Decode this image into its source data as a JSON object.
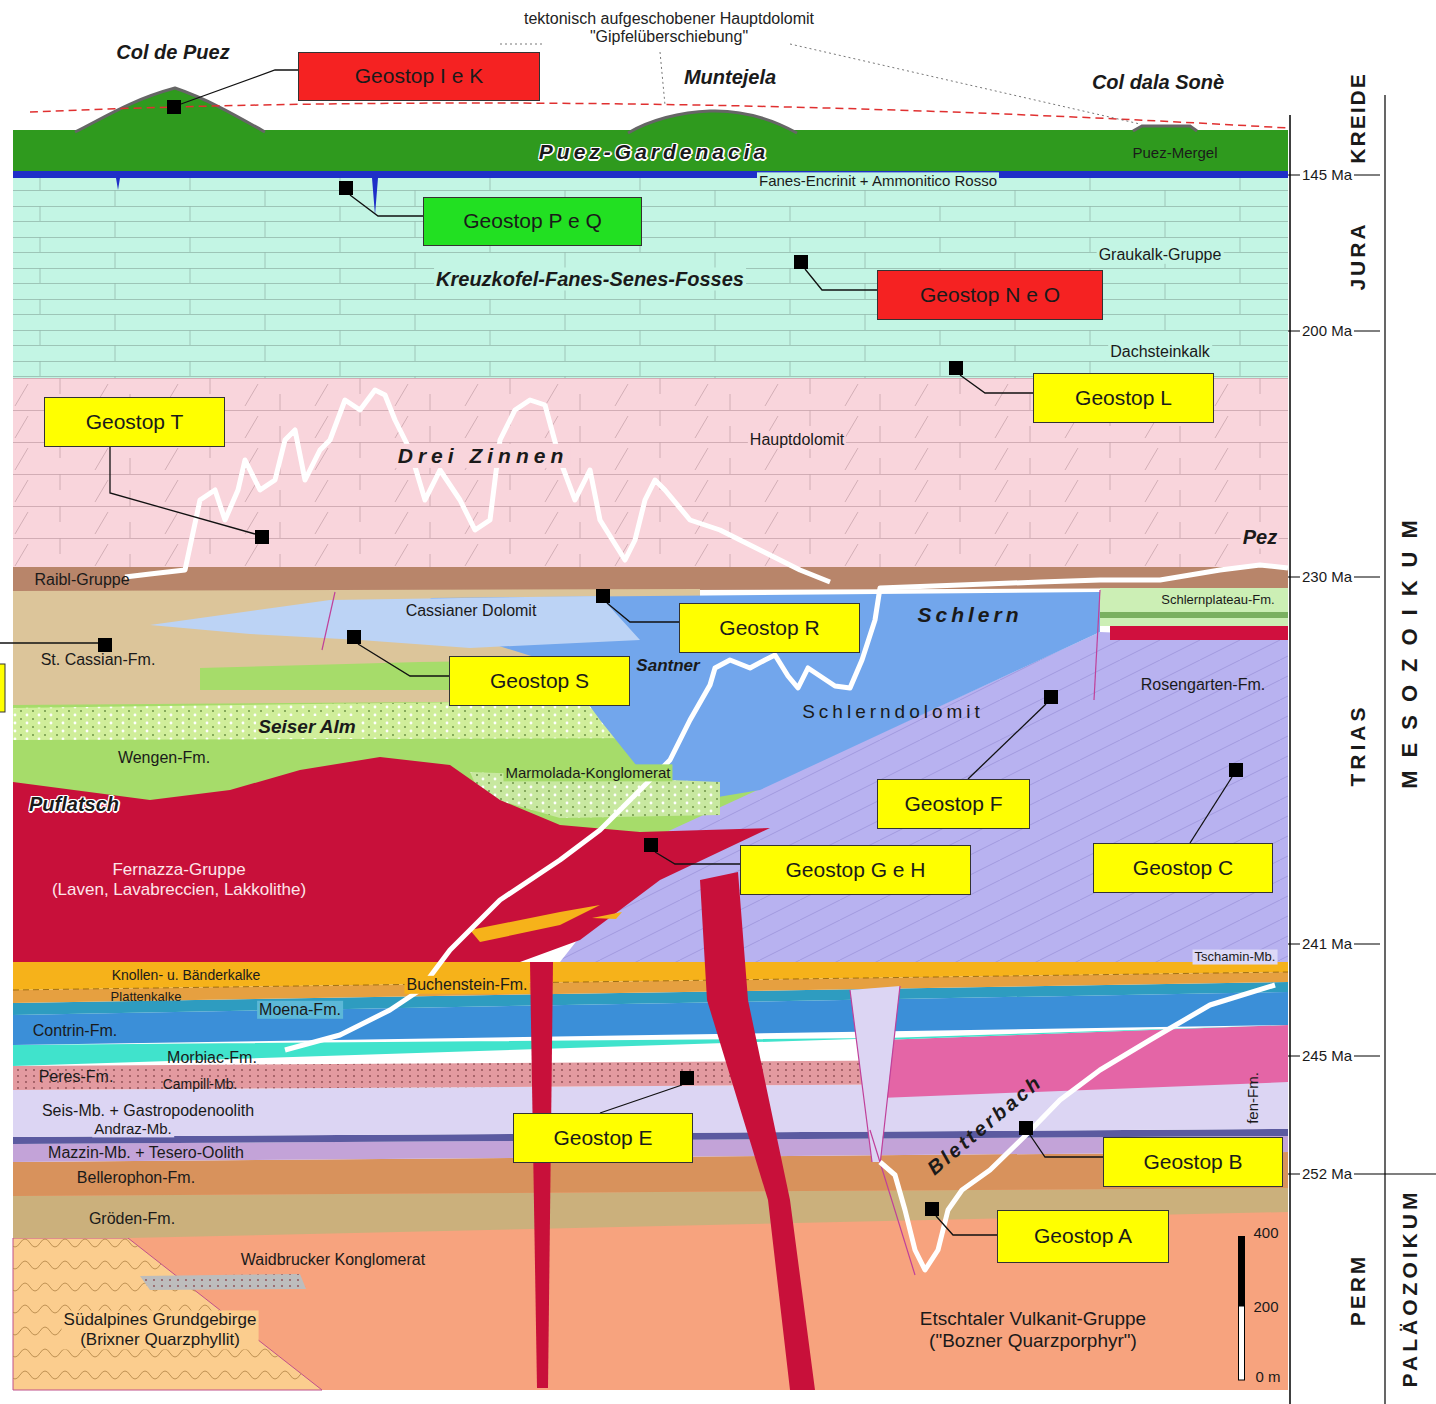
{
  "diagram": {
    "nodes": [
      {
        "text": [
          "Geostop I e K"
        ]
      },
      {
        "text": [
          "Geostop P e Q"
        ]
      },
      {
        "text": [
          "Geostop N e O"
        ]
      },
      {
        "text": [
          "Geostop L"
        ]
      },
      {
        "text": [
          "Geostop T"
        ]
      },
      {
        "text": [
          "Geostop R"
        ]
      },
      {
        "text": [
          "Geostop S"
        ]
      },
      {
        "text": [
          "Geostop F"
        ]
      },
      {
        "text": [
          "Geostop G e H"
        ]
      },
      {
        "text": [
          "Geostop C"
        ]
      },
      {
        "text": [
          "Geostop E"
        ]
      },
      {
        "text": [
          "Geostop B"
        ]
      },
      {
        "text": [
          "Geostop A"
        ]
      }
    ],
    "labels": [
      "tektonisch aufgeschobener Hauptdolomit \"Gipfelüberschiebung\"",
      "Col de Puez",
      "Muntejela",
      "Col dala Sonè",
      "Puez-Gardenacia",
      "Puez-Mergel",
      "Fanes-Encrinit + Ammonitico Rosso",
      "Kreuzkofel-Fanes-Senes-Fosses",
      "Graukalk-Gruppe",
      "Dachsteinkalk",
      "Hauptdolomit",
      "Drei Zinnen",
      "Pez",
      "Raibl-Gruppe",
      "Cassianer Dolomit",
      "Santner",
      "Schlern",
      "Schlernplateau-Fm.",
      "St. Cassian-Fm.",
      "Rosengarten-Fm.",
      "Schlerndolomit",
      "Seiser Alm",
      "Wengen-Fm.",
      "Marmolada-Konglomerat",
      "Puflatsch",
      "Fernazza-Gruppe (Laven, Lavabreccien, Lakkolithe)",
      "Knollen- u. Bänderkalke",
      "Plattenkalke",
      "Buchenstein-Fm.",
      "Moena-Fm.",
      "Tschamin-Mb.",
      "Contrin-Fm.",
      "Morbiac-Fm.",
      "Peres-Fm.",
      "Campill-Mb.",
      "Seis-Mb. + Gastropodenoolith",
      "Andraz-Mb.",
      "Mazzin-Mb. + Tesero-Oolith",
      "Bellerophon-Fm.",
      "Bletterbach",
      "fen-Fm.",
      "Gröden-Fm.",
      "Waidbrucker Konglomerat",
      "Südalpines Grundgebirge (Brixner Quarzphyllit)",
      "Etschtaler Vulkanit-Gruppe (\"Bozner Quarzporphyr\")",
      "400",
      "200",
      "0 m",
      "145 Ma",
      "200 Ma",
      "230 Ma",
      "241 Ma",
      "245 Ma",
      "252 Ma",
      "KREIDE",
      "JURA",
      "TRIAS",
      "PERM",
      "MESOZOIKUM",
      "PALÄOZOIKUM"
    ]
  }
}
